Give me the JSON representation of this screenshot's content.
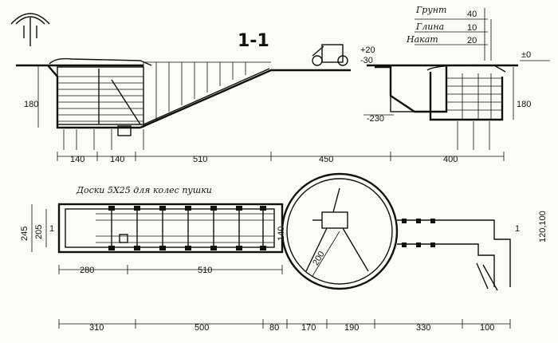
{
  "section_title": "1-1",
  "legend": [
    {
      "label": "Грунт",
      "value": "40"
    },
    {
      "label": "Глина",
      "value": "10"
    },
    {
      "label": "Накат",
      "value": "20"
    }
  ],
  "plan_note": "Доски 5X25 для колес пушки",
  "section_marks": {
    "left": "1",
    "right": "1"
  },
  "elevations": {
    "ground_zero": "±0",
    "plus20": "+20",
    "minus30": "-30",
    "minus230": "-230"
  },
  "section_dims": {
    "left_depth": "180",
    "right_depth": "180",
    "bottom": [
      "140",
      "140",
      "510",
      "450",
      "400"
    ]
  },
  "plan_dims": {
    "left_outer": "245",
    "left_inner": "205",
    "bridge_width": "140",
    "radius": "200",
    "right_note": "120,100",
    "row1": [
      "280",
      "510"
    ],
    "row2": [
      "310",
      "500",
      "80",
      "170",
      "190",
      "330",
      "100"
    ]
  }
}
